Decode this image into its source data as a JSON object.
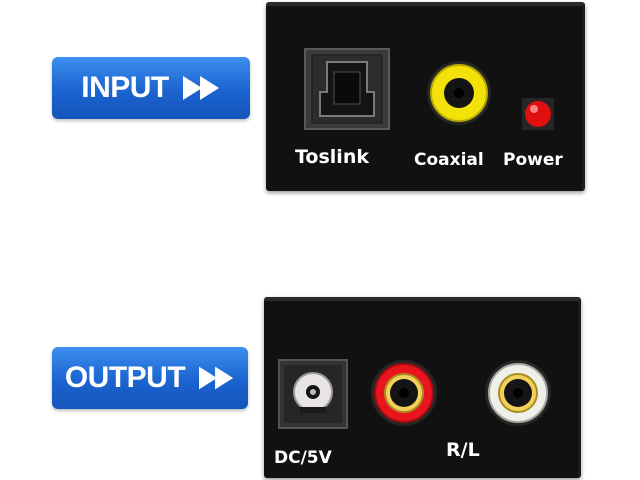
{
  "input": {
    "button_label": "INPUT",
    "ports": {
      "toslink": "Toslink",
      "coaxial": "Coaxial",
      "power": "Power"
    }
  },
  "output": {
    "button_label": "OUTPUT",
    "ports": {
      "dc": "DC/5V",
      "rl": "R/L"
    }
  },
  "colors": {
    "button_blue": "#1b63cf",
    "panel_black": "#111111",
    "coax_yellow": "#f2e20a",
    "rca_red": "#e8141e",
    "rca_white": "#f0f0ea",
    "power_led": "#e01010"
  }
}
